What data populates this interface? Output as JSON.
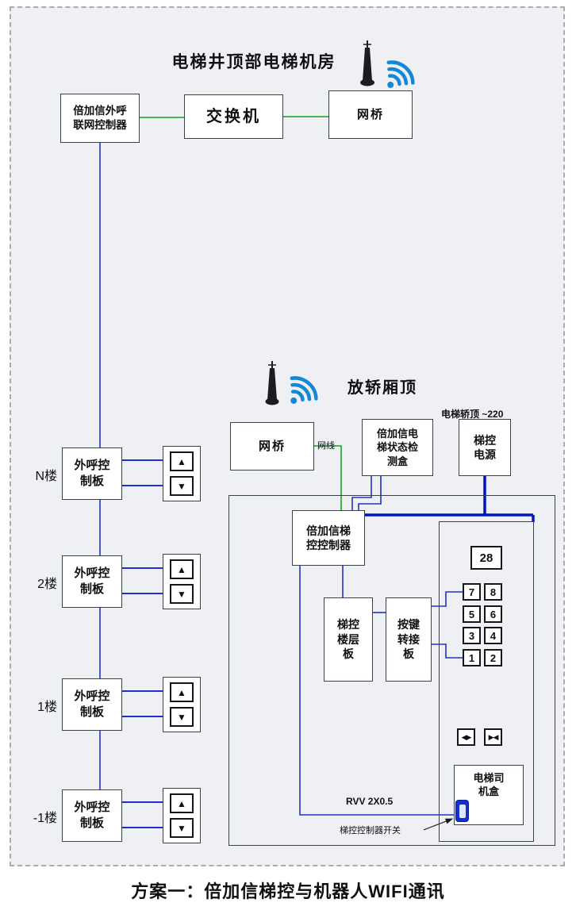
{
  "palette": {
    "wire_blue": "#2133c7",
    "power_blue": "#0014c8",
    "wire_green": "#2fae3c",
    "wifi_blue": "#1488d8",
    "panel_bg": "#eef0f4"
  },
  "machine_room": {
    "title": "电梯井顶部电梯机房",
    "outcall_controller": "倍加信外呼\n联网控制器",
    "switch": "交换机",
    "bridge": "网桥"
  },
  "floors": {
    "board_label": "外呼控\n制板",
    "up_icon": "▲",
    "down_icon": "▼",
    "items": [
      {
        "label": "N楼"
      },
      {
        "label": "2楼"
      },
      {
        "label": "1楼"
      },
      {
        "label": "-1楼"
      }
    ]
  },
  "car_top": {
    "title": "放轿厢顶",
    "power_note": "电梯轿顶 ~220",
    "bridge": "网桥",
    "net_cable": "网线",
    "status_box": "倍加信电\n梯状态检\n测盒",
    "power_box": "梯控\n电源",
    "controller": "倍加信梯\n控控制器",
    "floor_board": "梯控\n楼层\n板",
    "key_adapter": "按键\n转接\n板",
    "display": "28",
    "keys": [
      "7",
      "8",
      "5",
      "6",
      "3",
      "4",
      "1",
      "2"
    ],
    "door_open": "◀▶",
    "door_close": "▶◀",
    "driver_box": "电梯司\n机盒",
    "cable_label": "RVV 2X0.5",
    "switch_label": "梯控控制器开关"
  },
  "caption": "方案一：倍加信梯控与机器人WIFI通讯"
}
